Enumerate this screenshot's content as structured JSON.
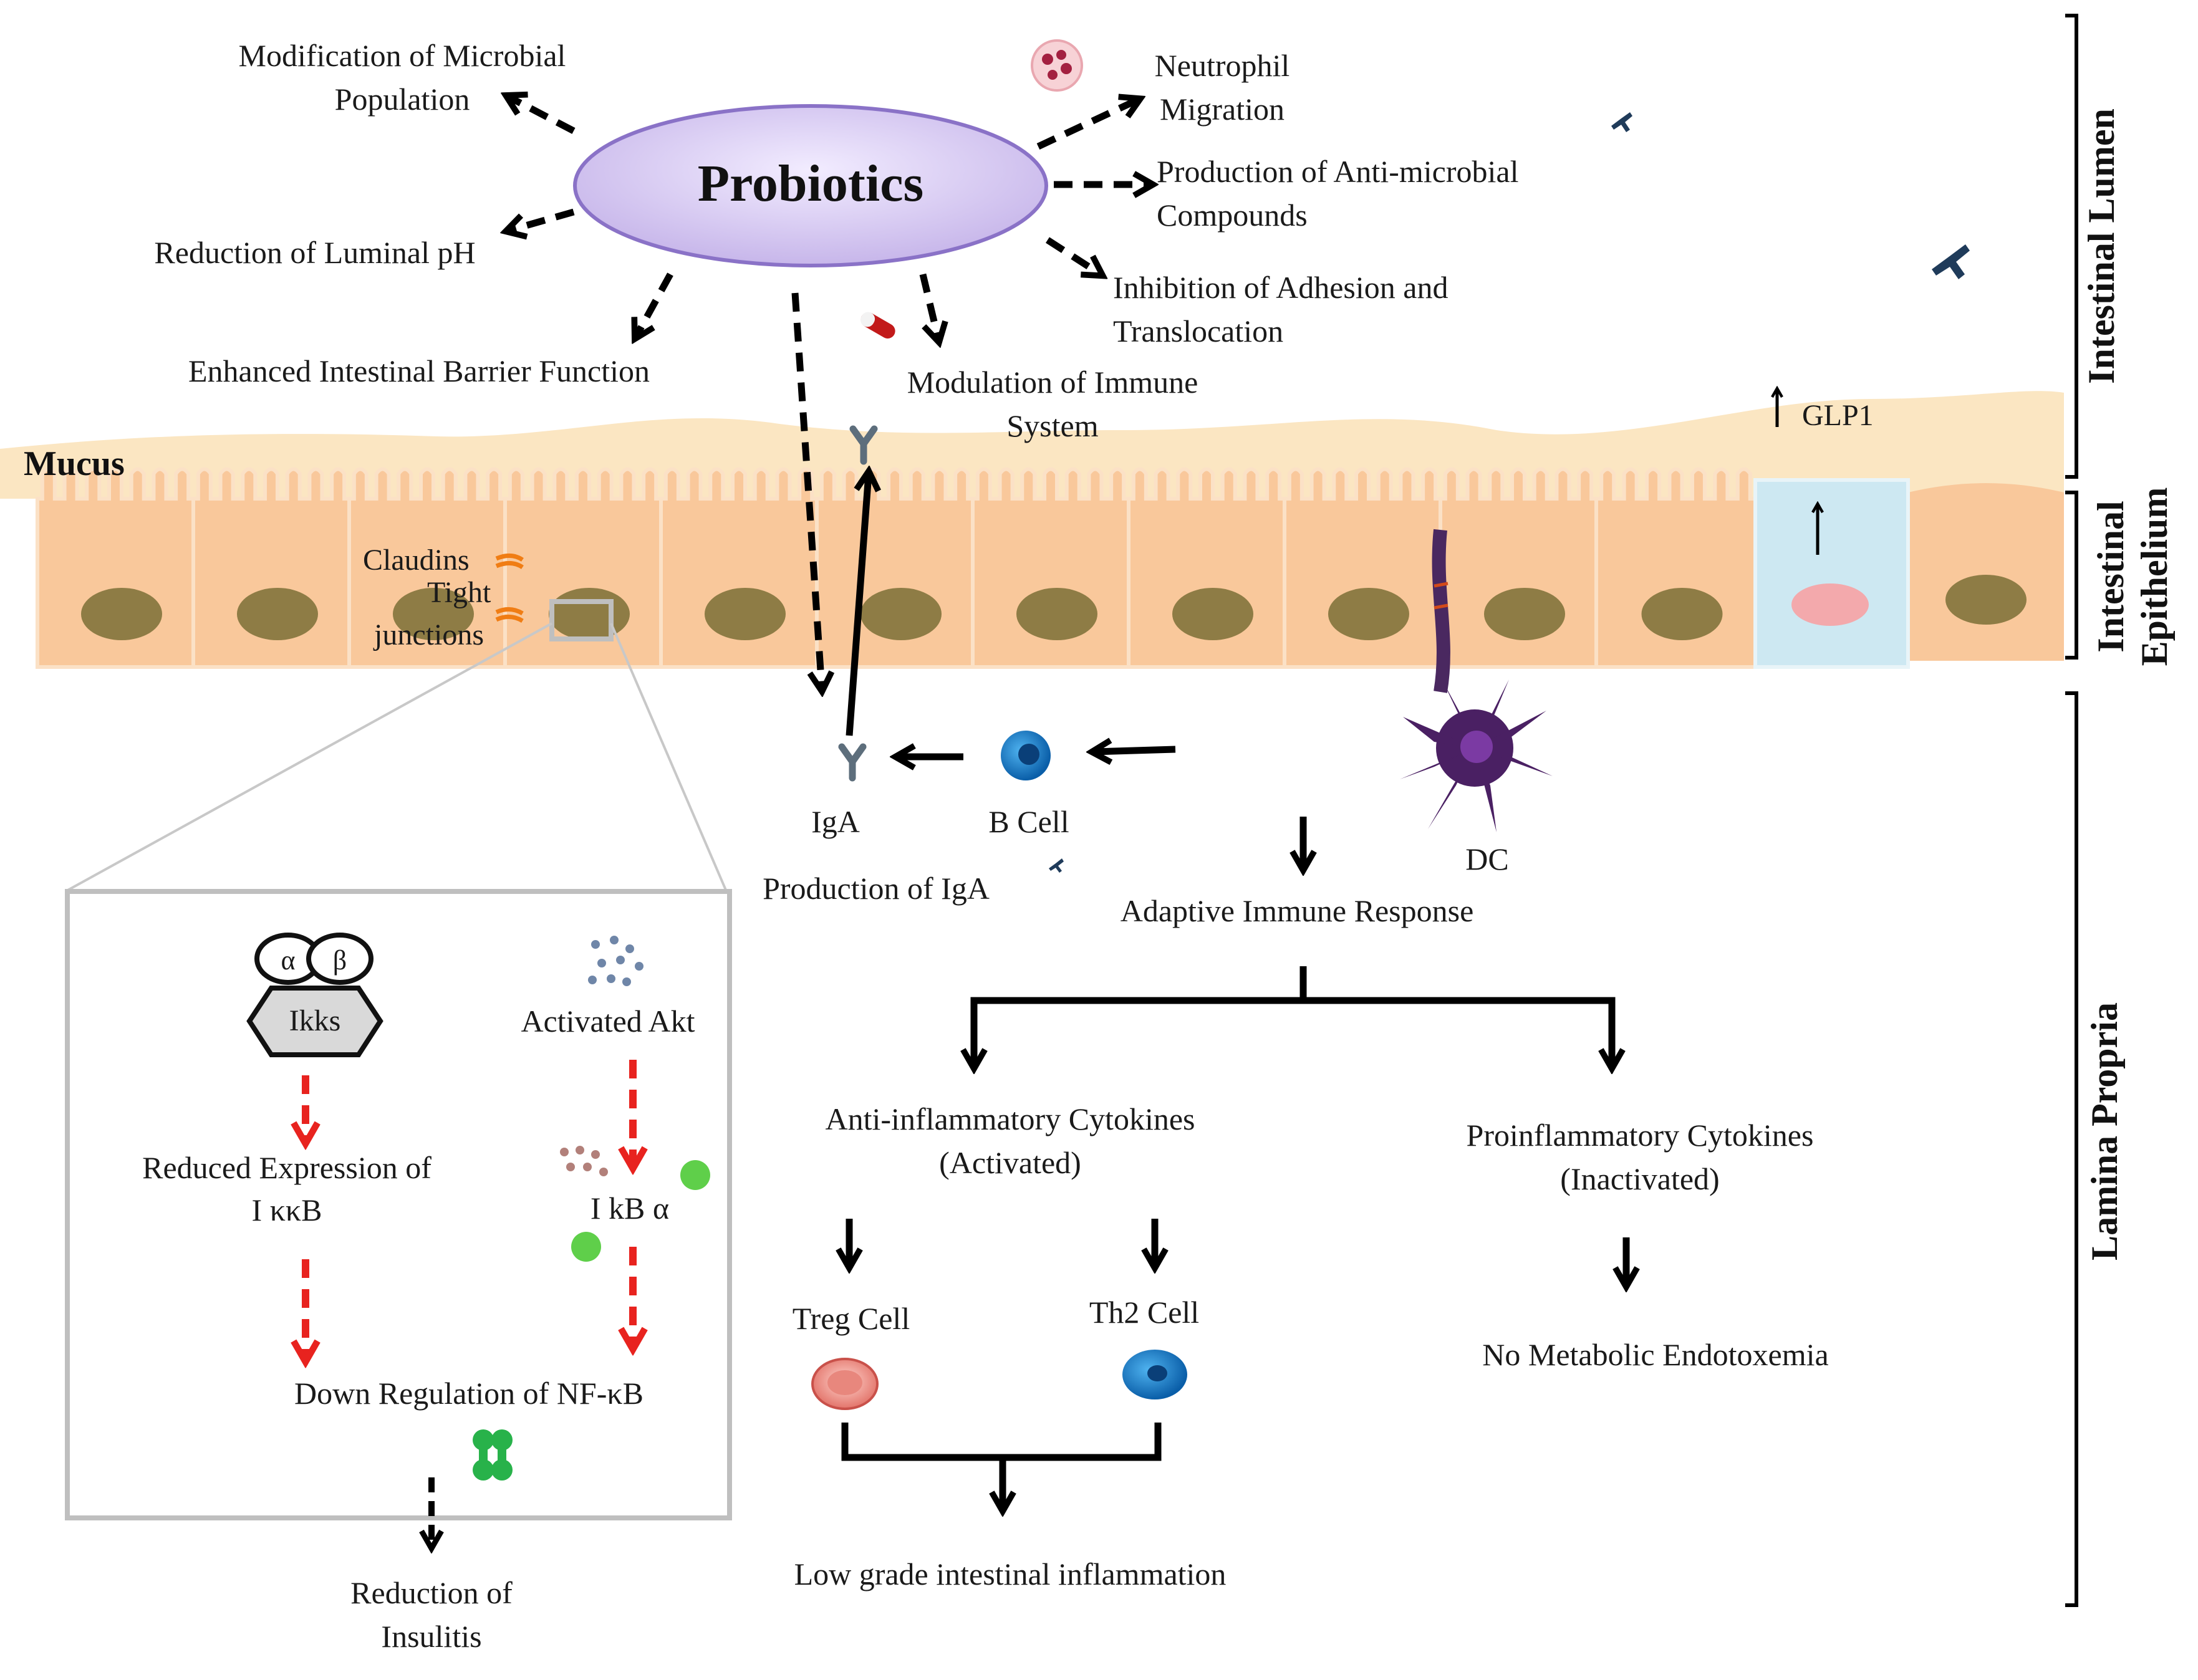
{
  "center": {
    "title": "Probiotics"
  },
  "effects": {
    "modification": [
      "Modification of Microbial",
      "Population"
    ],
    "reduction_ph": "Reduction of Luminal pH",
    "barrier": "Enhanced Intestinal Barrier Function",
    "neutrophil": [
      "Neutrophil",
      "Migration"
    ],
    "antimicrobial": [
      "Production of Anti-microbial",
      "Compounds"
    ],
    "adhesion": [
      "Inhibition of Adhesion and",
      "Translocation"
    ],
    "immune_mod": [
      "Modulation of Immune",
      "System"
    ]
  },
  "epithelium": {
    "mucus": "Mucus",
    "claudins": "Claudins",
    "tight": [
      "Tight",
      "junctions"
    ],
    "glp1": "GLP1"
  },
  "regions": {
    "lumen": "Intestinal Lumen",
    "epithelium": [
      "Intestinal",
      "Epithelium"
    ],
    "lamina": "Lamina Propria"
  },
  "immune": {
    "iga": "IgA",
    "bcell": "B Cell",
    "production_iga": "Production of IgA",
    "dc": "DC",
    "adaptive": "Adaptive Immune Response",
    "anti_inflam": [
      "Anti-inflammatory Cytokines",
      "(Activated)"
    ],
    "pro_inflam": [
      "Proinflammatory Cytokines",
      "(Inactivated)"
    ],
    "treg": "Treg Cell",
    "th2": "Th2 Cell",
    "low_grade": "Low grade intestinal inflammation",
    "no_endotox": "No Metabolic Endotoxemia"
  },
  "inset": {
    "alpha": "α",
    "beta": "β",
    "ikks": "Ikks",
    "akt": "Activated Akt",
    "reduced": [
      "Reduced Expression of",
      "I κκB"
    ],
    "ikba": "I kB α",
    "nfkb": "Down Regulation of NF-κB",
    "insulitis": [
      "Reduction of",
      "Insulitis"
    ]
  },
  "colors": {
    "cell": "#f9c89b",
    "mucus": "#fbe6c2",
    "nucleus": "#8e7c45",
    "ellipse": "#d9cdf2",
    "red_arrow": "#e8231f"
  }
}
